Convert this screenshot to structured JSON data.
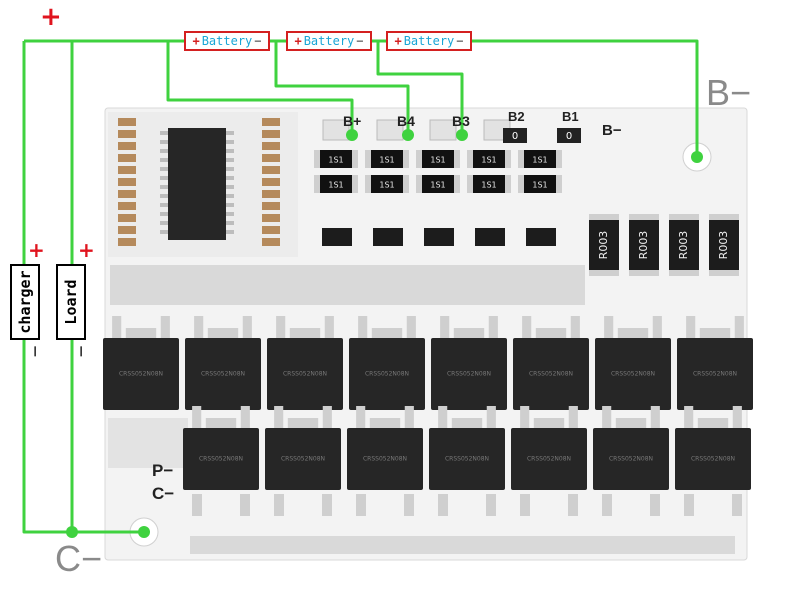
{
  "labels": {
    "top_plus": "+",
    "b_minus_corner": "B−",
    "c_minus_corner": "C−",
    "charger": "charger",
    "charger_plus": "+",
    "charger_minus": "−",
    "load": "Loard",
    "load_plus": "+",
    "load_minus": "−"
  },
  "batteries": [
    {
      "plus": "+",
      "text": "Battery",
      "minus": "−"
    },
    {
      "plus": "+",
      "text": "Battery",
      "minus": "−"
    },
    {
      "plus": "+",
      "text": "Battery",
      "minus": "−"
    }
  ],
  "board": {
    "b_plus": "B+",
    "b4": "B4",
    "b3": "B3",
    "b2": "B2",
    "b1": "B1",
    "b_minus": "B−",
    "p_minus": "P−",
    "c_minus": "C−",
    "jumper_value": "0",
    "resistor_code": "1S1",
    "shunt_code": "R003",
    "mosfet_code": "CRSS052N08N"
  },
  "colors": {
    "wire": "#3fd23f",
    "board": "#f3f3f3",
    "chip": "#262626",
    "accent_red": "#e0141e",
    "battery_text": "#19a6d6"
  }
}
